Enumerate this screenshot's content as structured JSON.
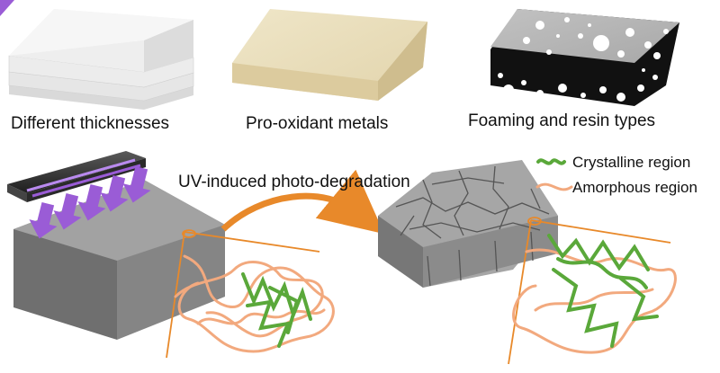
{
  "labels": {
    "thickness": "Different thicknesses",
    "prooxidant": "Pro-oxidant metals",
    "foaming": "Foaming and resin types",
    "uv": "UV-induced photo-degradation"
  },
  "legend": {
    "crystalline": "Crystalline region",
    "amorphous": "Amorphous region"
  },
  "colors": {
    "crystalline": "#5aa83a",
    "amorphous": "#f2a97e",
    "arrow": "#e8892a",
    "uv_light": "#9a5cd6",
    "slab": "#9a9a9a",
    "beige": "#e7dcbc",
    "white_slab": "#efefef",
    "foam": "#b4b4b4"
  },
  "icons": {
    "lamp": "uv-lamp-icon",
    "arrows": "uv-arrow-icon"
  }
}
